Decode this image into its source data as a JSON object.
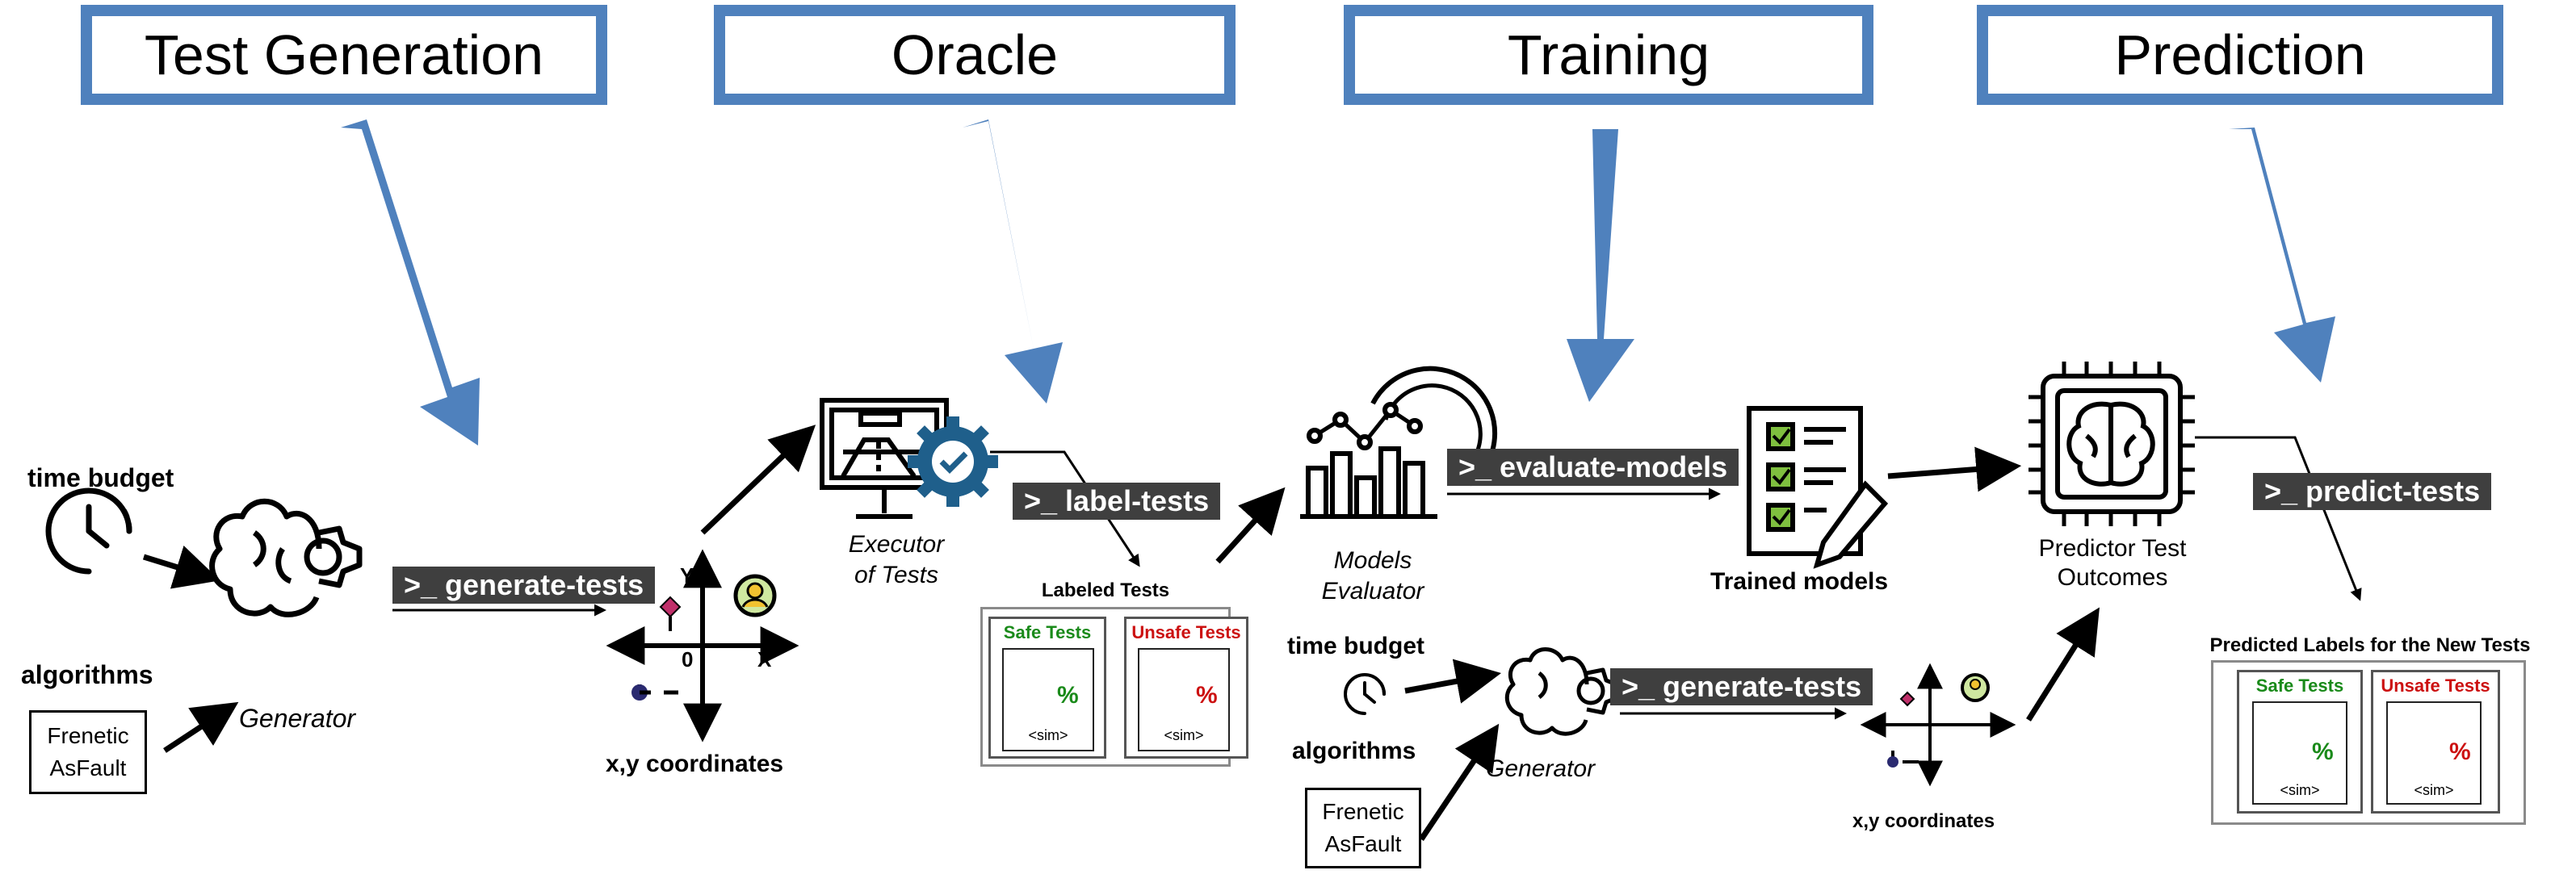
{
  "stages": [
    "Test Generation",
    "Oracle",
    "Training",
    "Prediction"
  ],
  "generation": {
    "time_budget": "time budget",
    "algorithms": "algorithms",
    "algo_list": [
      "Frenetic",
      "AsFault"
    ],
    "generator": "Generator",
    "command": ">_ generate-tests",
    "coords": "x,y coordinates",
    "axis_y": "Y",
    "axis_x": "X",
    "axis_zero": "0"
  },
  "oracle": {
    "executor": [
      "Executor",
      "of Tests"
    ],
    "command": ">_ label-tests",
    "labeled_title": "Labeled Tests",
    "safe": "Safe Tests",
    "unsafe": "Unsafe Tests",
    "sim": "<sim>",
    "percent": "%"
  },
  "training": {
    "evaluator": [
      "Models",
      "Evaluator"
    ],
    "command": ">_ evaluate-models",
    "trained": "Trained models",
    "time_budget": "time budget",
    "algorithms": "algorithms",
    "algo_list": [
      "Frenetic",
      "AsFault"
    ],
    "generator": "Generator",
    "command2": ">_ generate-tests",
    "coords": "x,y coordinates"
  },
  "prediction": {
    "predictor": [
      "Predictor Test",
      "Outcomes"
    ],
    "command": ">_ predict-tests",
    "predicted_title": "Predicted Labels for the New Tests",
    "safe": "Safe Tests",
    "unsafe": "Unsafe Tests",
    "sim": "<sim>",
    "percent": "%"
  },
  "colors": {
    "stage_blue": "#4F81BD",
    "cmd_bg": "#3f3f3f",
    "safe_green": "#1a8a1a",
    "unsafe_red": "#cc1111",
    "gear_blue": "#1f5f8b",
    "check_green": "#7fbf3f",
    "avatar_yellow": "#f2c230"
  },
  "icons": [
    "clock-icon",
    "brain-gear-icon",
    "coordinate-plane-icon",
    "monitor-icon",
    "analytics-gear-icon",
    "checklist-icon",
    "brain-chip-icon"
  ]
}
